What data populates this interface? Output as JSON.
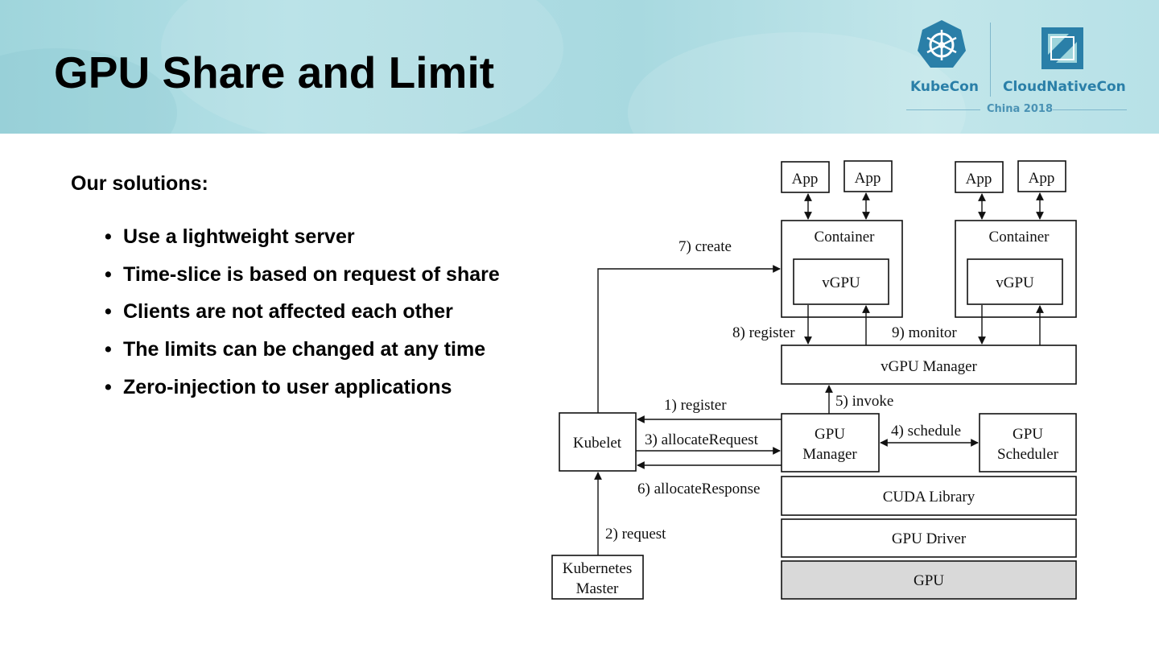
{
  "slide": {
    "title": "GPU Share and Limit",
    "heading": "Our solutions:",
    "bullets": [
      "Use a lightweight server",
      "Time-slice is based on request of share",
      "Clients are not affected each other",
      "The limits can be changed at any time",
      "Zero-injection to user applications"
    ]
  },
  "logo": {
    "left": "KubeCon",
    "right": "CloudNativeCon",
    "sub": "China 2018",
    "brand_color": "#2a7fa8"
  },
  "diagram": {
    "app1": "App",
    "app2": "App",
    "app3": "App",
    "app4": "App",
    "container1": "Container",
    "container2": "Container",
    "vgpu1": "vGPU",
    "vgpu2": "vGPU",
    "vgpu_manager": "vGPU Manager",
    "kubelet": "Kubelet",
    "gpu_manager_line1": "GPU",
    "gpu_manager_line2": "Manager",
    "gpu_scheduler_line1": "GPU",
    "gpu_scheduler_line2": "Scheduler",
    "cuda_library": "CUDA Library",
    "gpu_driver": "GPU Driver",
    "gpu": "GPU",
    "k8s_master_line1": "Kubernetes",
    "k8s_master_line2": "Master",
    "step1": "1) register",
    "step2": "2) request",
    "step3": "3) allocateRequest",
    "step4": "4) schedule",
    "step5": "5) invoke",
    "step6": "6) allocateResponse",
    "step7": "7) create",
    "step8": "8) register",
    "step9": "9) monitor",
    "gpu_fill": "#d9d9d9"
  }
}
